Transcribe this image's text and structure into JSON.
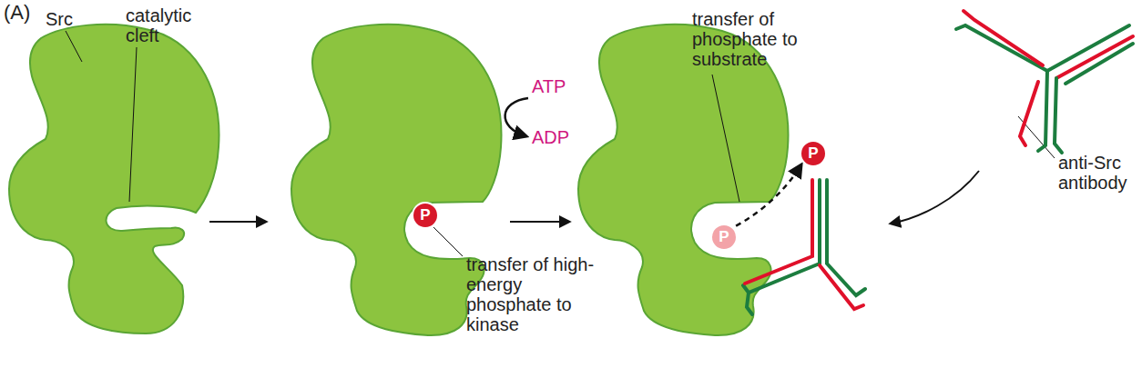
{
  "diagram": {
    "nodes": [
      {
        "text": [
          "P"
        ]
      },
      {
        "text": [
          "P"
        ]
      },
      {
        "text": [
          "P"
        ]
      }
    ],
    "edges": [
      {
        "from": 1,
        "to": 2,
        "arrow": "to"
      }
    ],
    "labels": [
      "(A)",
      "Src",
      "catalytic cleft",
      "ATP",
      "ADP",
      "transfer of high-energy phosphate to kinase",
      "transfer of phosphate to substrate",
      "anti-Src antibody"
    ]
  }
}
